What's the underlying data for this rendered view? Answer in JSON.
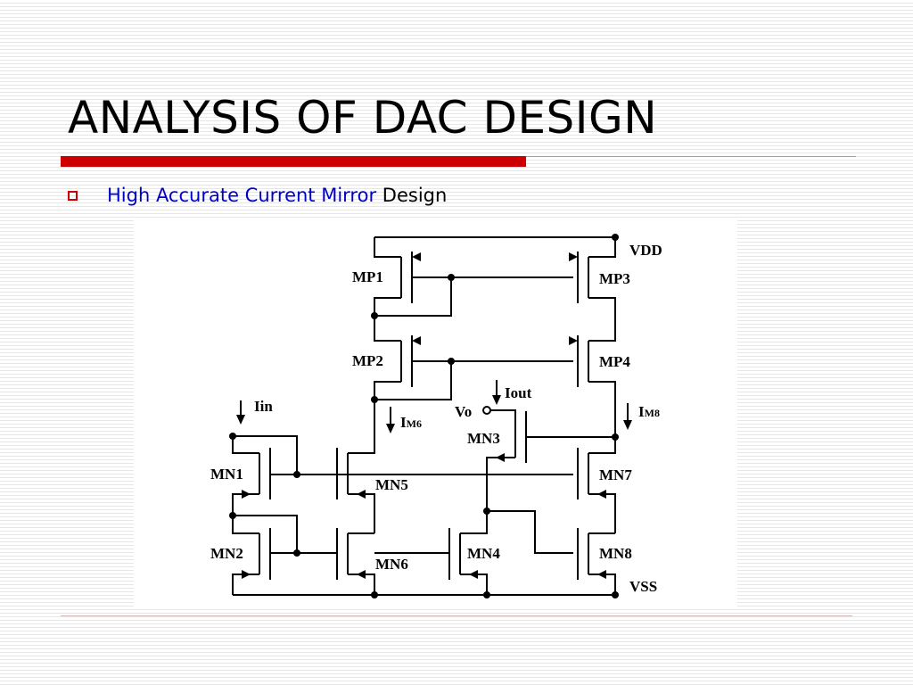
{
  "slide": {
    "title": "ANALYSIS OF DAC DESIGN",
    "bullet": {
      "highlight": "High Accurate Current Mirror",
      "rest": "Design"
    }
  },
  "schematic": {
    "transistors": [
      "MP1",
      "MP2",
      "MP3",
      "MP4",
      "MN1",
      "MN2",
      "MN3",
      "MN4",
      "MN5",
      "MN6",
      "MN7",
      "MN8"
    ],
    "rails": {
      "vdd": "VDD",
      "vss": "VSS"
    },
    "signals": {
      "iin": "Iin",
      "iout": "Iout",
      "vo": "Vo",
      "im6_main": "I",
      "im6_sub": "M6",
      "im8_main": "I",
      "im8_sub": "M8"
    }
  },
  "colors": {
    "accent_red": "#cc0000",
    "highlight_blue": "#0000cc",
    "wire": "#000000"
  }
}
